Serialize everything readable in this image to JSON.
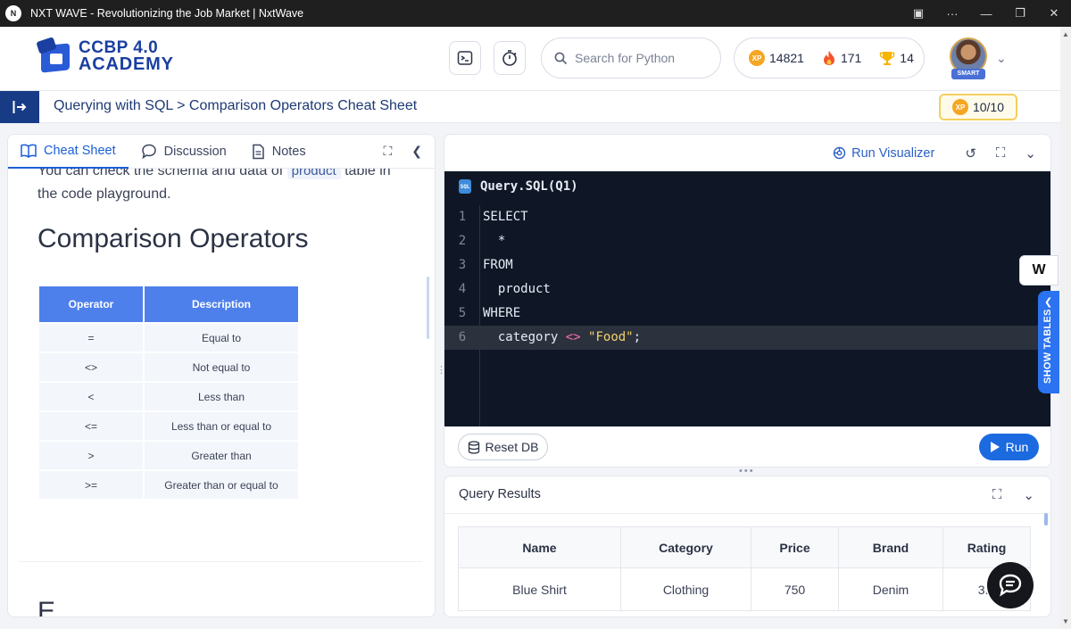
{
  "window": {
    "title": "NXT WAVE - Revolutionizing the Job Market | NxtWave"
  },
  "header": {
    "logo_line1": "CCBP 4.0",
    "logo_line2": "ACADEMY",
    "search_placeholder": "Search for Python",
    "xp": "14821",
    "streak": "171",
    "trophies": "14",
    "avatar_badge": "SMART"
  },
  "breadcrumb": {
    "text": "Querying with SQL > Comparison Operators Cheat Sheet",
    "score": "10/10"
  },
  "left_tabs": {
    "cheat_sheet": "Cheat Sheet",
    "discussion": "Discussion",
    "notes": "Notes"
  },
  "content": {
    "para_prefix": "You can check the schema and data of ",
    "para_code": "product",
    "para_suffix": " table in the code playground.",
    "heading": "Comparison Operators",
    "table_headers": [
      "Operator",
      "Description"
    ],
    "table_rows": [
      [
        "=",
        "Equal to"
      ],
      [
        "<>",
        "Not equal to"
      ],
      [
        "<",
        "Less than"
      ],
      [
        "<=",
        "Less than or equal to"
      ],
      [
        ">",
        "Greater than"
      ],
      [
        ">=",
        "Greater than or equal to"
      ]
    ],
    "next_heading": "E"
  },
  "editor": {
    "run_visualizer": "Run Visualizer",
    "file_title": "Query.SQL(Q1)",
    "lines": [
      {
        "num": "1",
        "text": "SELECT"
      },
      {
        "num": "2",
        "text": "  *"
      },
      {
        "num": "3",
        "text": "FROM"
      },
      {
        "num": "4",
        "text": "  product"
      },
      {
        "num": "5",
        "text": "WHERE"
      },
      {
        "num": "6",
        "text": "  category <> \"Food\";"
      }
    ],
    "reset_db": "Reset DB",
    "run": "Run"
  },
  "results": {
    "title": "Query Results",
    "headers": [
      "Name",
      "Category",
      "Price",
      "Brand",
      "Rating"
    ],
    "rows": [
      [
        "Blue Shirt",
        "Clothing",
        "750",
        "Denim",
        "3.8"
      ]
    ]
  },
  "floating": {
    "show_tables": "SHOW TABLES",
    "w_label": "W"
  },
  "colors": {
    "primary": "#1b6ae0",
    "brand": "#1a3fa0",
    "table_header": "#4e80ec",
    "editor_bg": "#0f1726",
    "keyword": "#ff6fb3",
    "string": "#f3d36b"
  }
}
